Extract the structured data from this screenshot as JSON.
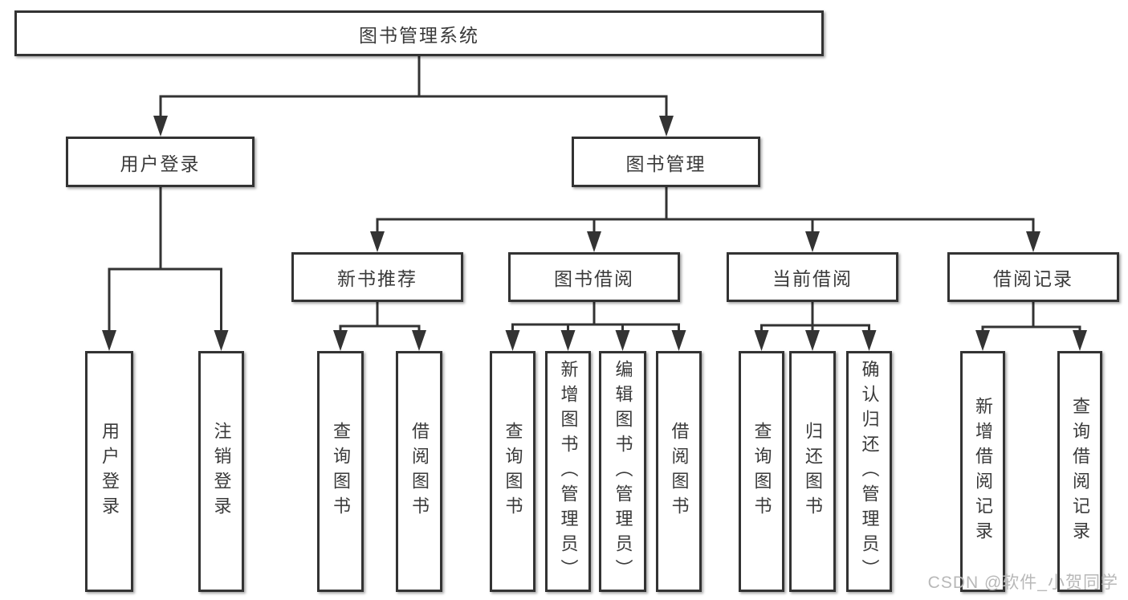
{
  "diagram_type": "functional-structure-tree",
  "tree": {
    "label": "图书管理系统",
    "children": [
      {
        "label": "用户登录",
        "children": [
          {
            "label": "用户登录"
          },
          {
            "label": "注销登录"
          }
        ]
      },
      {
        "label": "图书管理",
        "children": [
          {
            "label": "新书推荐",
            "children": [
              {
                "label": "查询图书"
              },
              {
                "label": "借阅图书"
              }
            ]
          },
          {
            "label": "图书借阅",
            "children": [
              {
                "label": "查询图书"
              },
              {
                "label": "新增图书（管理员）"
              },
              {
                "label": "编辑图书（管理员）"
              },
              {
                "label": "借阅图书"
              }
            ]
          },
          {
            "label": "当前借阅",
            "children": [
              {
                "label": "查询图书"
              },
              {
                "label": "归还图书"
              },
              {
                "label": "确认归还（管理员）"
              }
            ]
          },
          {
            "label": "借阅记录",
            "children": [
              {
                "label": "新增借阅记录"
              },
              {
                "label": "查询借阅记录"
              }
            ]
          }
        ]
      }
    ]
  },
  "watermark": {
    "text": "CSDN @软件_小贺同学"
  },
  "colors": {
    "line": "#333333",
    "box_border": "#333333",
    "box_fill": "#ffffff",
    "text": "#3a3a3a",
    "watermark_text": "#b8b8b8",
    "background": "#ffffff"
  }
}
